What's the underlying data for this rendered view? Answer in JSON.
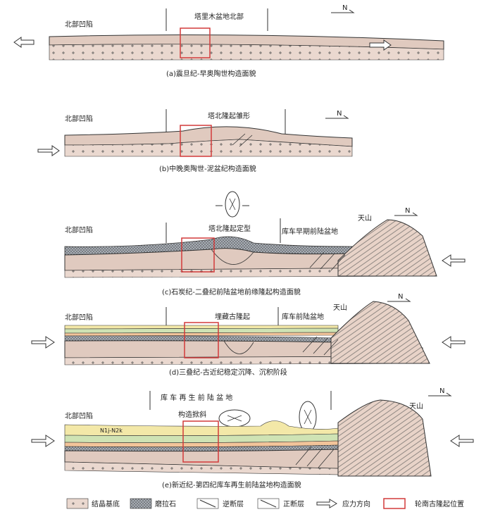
{
  "panels": [
    {
      "caption": "(a)震旦纪-早奥陶世构造面貌",
      "left_label": "北部凹陷",
      "center_label": "塔里木盆地北部",
      "north": "N"
    },
    {
      "caption": "(b)中晚奥陶世-泥盆纪构造面貌",
      "left_label": "北部凹陷",
      "center_label": "塔北隆起雏形",
      "north": "N"
    },
    {
      "caption": "(c)石炭纪-二叠纪前陆盆地前缘隆起构造面貌",
      "left_label": "北部凹陷",
      "center_label": "塔北隆起定型",
      "right_label": "库车早期前陆盆地",
      "mountain_label": "天山",
      "north": "N"
    },
    {
      "caption": "(d)三叠纪-古近纪稳定沉降、沉积阶段",
      "left_label": "北部凹陷",
      "center_label": "埋藏古隆起",
      "right_label": "库车前陆盆地",
      "mountain_label": "天山",
      "north": "N"
    },
    {
      "caption": "(e)新近纪-第四纪库车再生前陆盆地构造面貌",
      "left_label": "北部凹陷",
      "top_label": "库  车  再  生  前  陆  盆  地",
      "center_label": "构造掀斜",
      "strata_label": "N1j-N2k",
      "mountain_label": "天山",
      "north": "N"
    }
  ],
  "legend": {
    "items": [
      {
        "label": "结晶基底"
      },
      {
        "label": "磨拉石"
      },
      {
        "label": "逆断层"
      },
      {
        "label": "正断层"
      },
      {
        "label": "应力方向"
      },
      {
        "label": "轮南古隆起位置"
      }
    ]
  },
  "colors": {
    "crust": "#ead8cf",
    "layer": "#d9c1b5",
    "yellow": "#f3e8a8",
    "green": "#cfe3b4",
    "orange": "#f2c49a",
    "molasse": "#9aa0a8",
    "highlight": "#d23a3a",
    "line": "#333333",
    "mountain": "#e8d3c8"
  }
}
